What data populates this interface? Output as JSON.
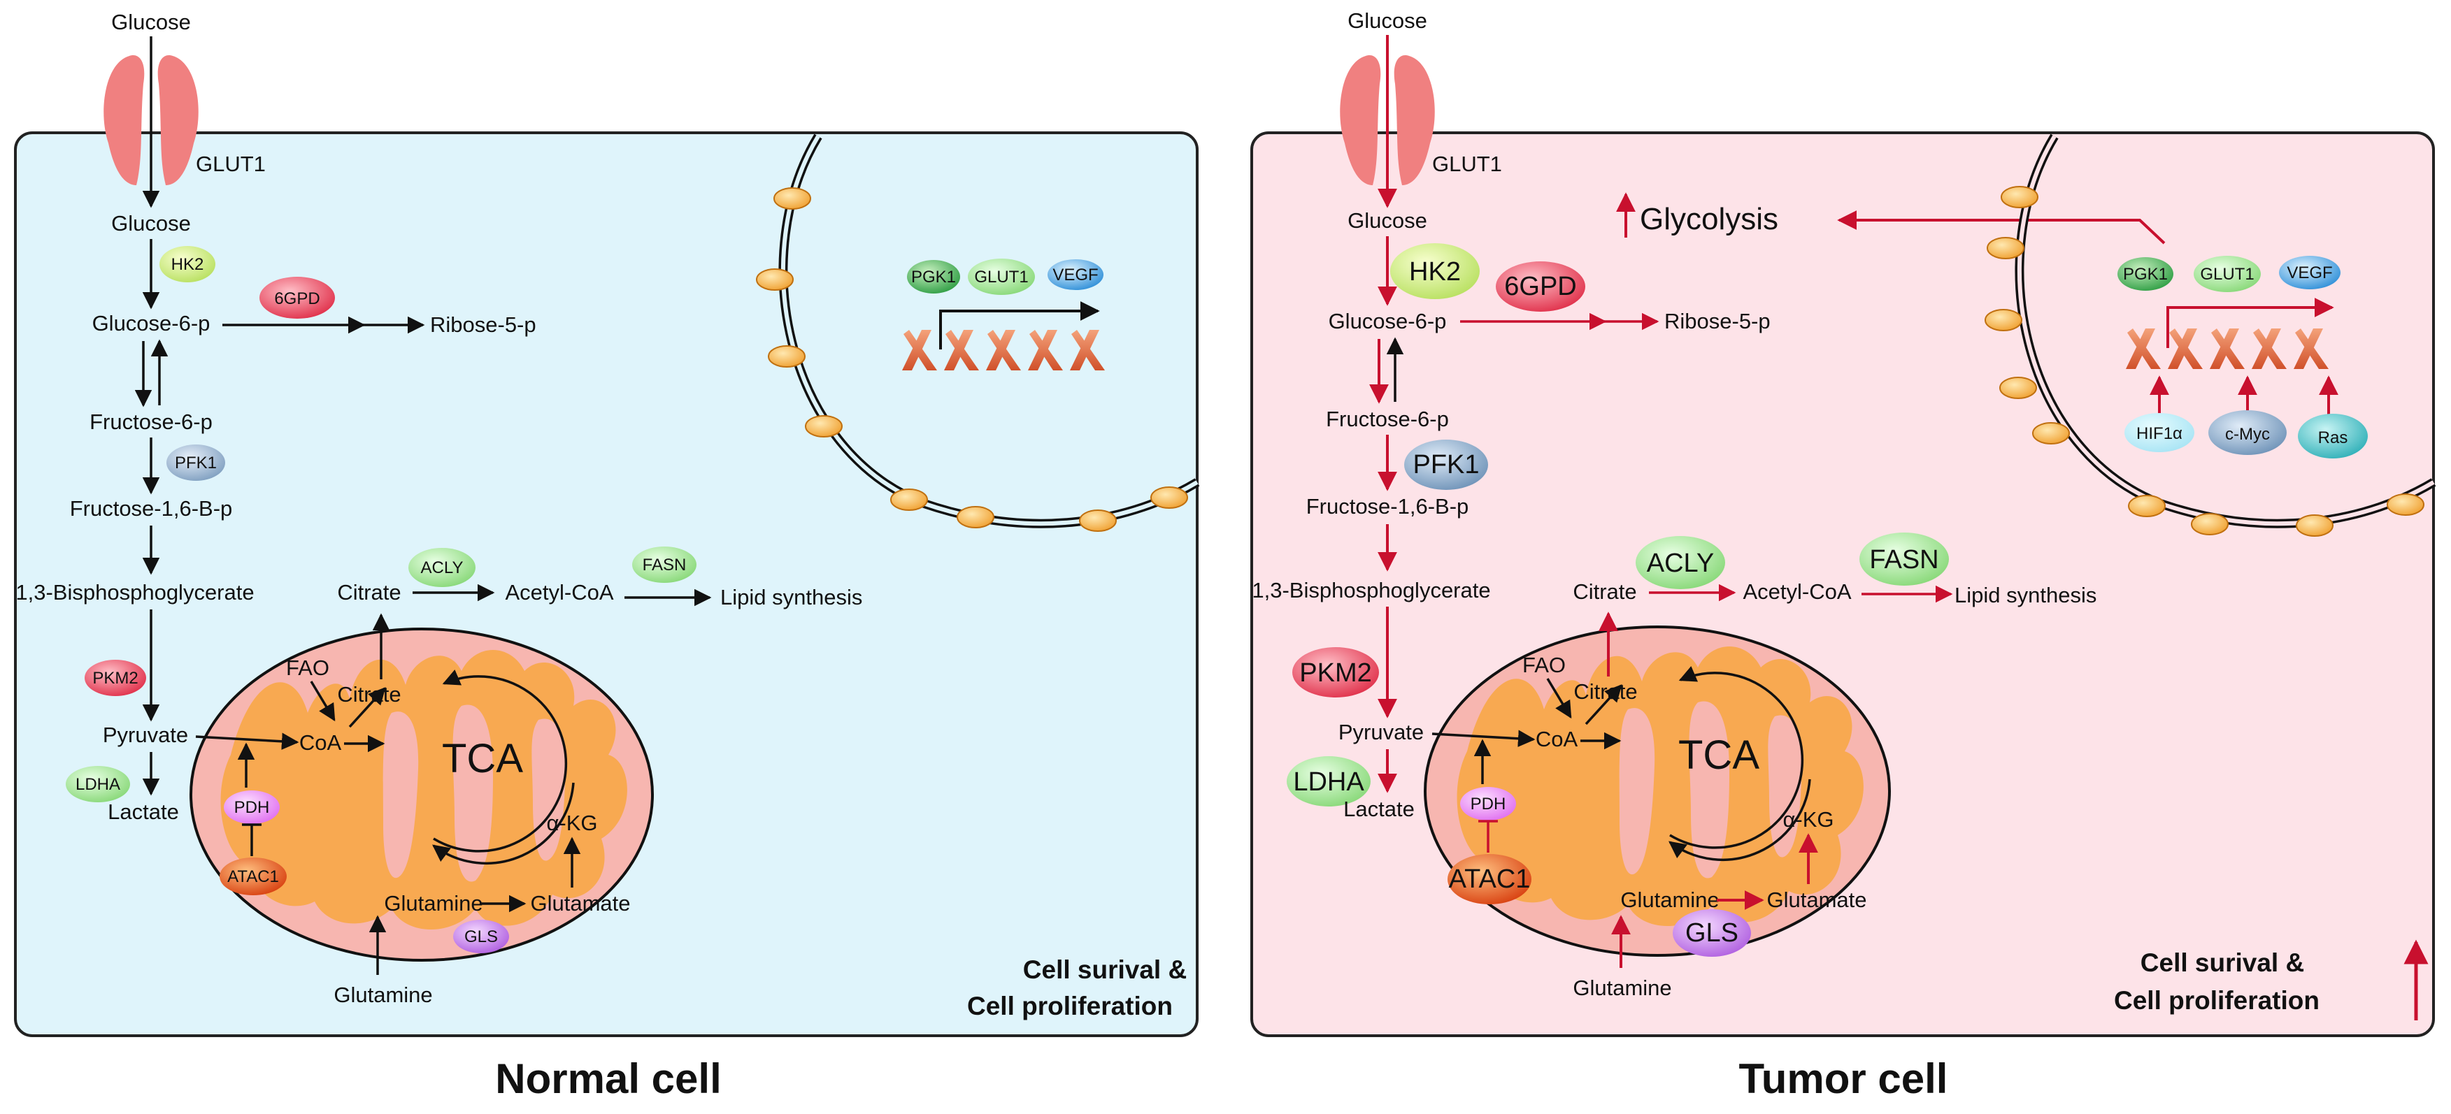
{
  "panels": [
    {
      "id": "normal",
      "caption": "Normal cell",
      "glucose_outside": "Glucose",
      "transporter": "GLUT1",
      "glycolysis_steps": [
        "Glucose",
        "Glucose-6-p",
        "Fructose-6-p",
        "Fructose-1,6-B-p",
        "1,3-Bisphosphoglycerate",
        "Pyruvate",
        "Lactate"
      ],
      "ribose": "Ribose-5-p",
      "enzymes": {
        "hk2": "HK2",
        "g6pd": "6GPD",
        "pfk1": "PFK1",
        "pkm2": "PKM2",
        "ldha": "LDHA",
        "acly": "ACLY",
        "fasn": "FASN",
        "pdh": "PDH",
        "atac1": "ATAC1",
        "gls": "GLS"
      },
      "genes": [
        "PGK1",
        "GLUT1",
        "VEGF"
      ],
      "lipid": {
        "citrate": "Citrate",
        "acetyl": "Acetyl-CoA",
        "lipid": "Lipid synthesis"
      },
      "mito": {
        "fao": "FAO",
        "coa": "CoA",
        "citrate": "Citrate",
        "tca": "TCA",
        "akg": "α-KG",
        "glutamine": "Glutamine",
        "glutamate": "Glutamate"
      },
      "glutamine_outside": "Glutamine",
      "survival": [
        "Cell surival &",
        "Cell proliferation"
      ]
    },
    {
      "id": "tumor",
      "caption": "Tumor cell",
      "glucose_outside": "Glucose",
      "transporter": "GLUT1",
      "glycolysis_steps": [
        "Glucose",
        "Glucose-6-p",
        "Fructose-6-p",
        "Fructose-1,6-B-p",
        "1,3-Bisphosphoglycerate",
        "Pyruvate",
        "Lactate"
      ],
      "ribose": "Ribose-5-p",
      "glycolysis_up": "Glycolysis",
      "enzymes": {
        "hk2": "HK2",
        "g6pd": "6GPD",
        "pfk1": "PFK1",
        "pkm2": "PKM2",
        "ldha": "LDHA",
        "acly": "ACLY",
        "fasn": "FASN",
        "pdh": "PDH",
        "atac1": "ATAC1",
        "gls": "GLS"
      },
      "genes": [
        "PGK1",
        "GLUT1",
        "VEGF"
      ],
      "regulators": [
        "HIF1α",
        "c-Myc",
        "Ras"
      ],
      "lipid": {
        "citrate": "Citrate",
        "acetyl": "Acetyl-CoA",
        "lipid": "Lipid synthesis"
      },
      "mito": {
        "fao": "FAO",
        "coa": "CoA",
        "citrate": "Citrate",
        "tca": "TCA",
        "akg": "α-KG",
        "glutamine": "Glutamine",
        "glutamate": "Glutamate"
      },
      "glutamine_outside": "Glutamine",
      "survival": [
        "Cell surival &",
        "Cell proliferation"
      ]
    }
  ],
  "colors": {
    "normal_bg": "#dff4fb",
    "tumor_bg": "#fde3e8",
    "up_arrow": "#c8102e",
    "mito_outer": "#f7b6b0",
    "mito_inner": "#f8a951",
    "glut": "#f08080"
  }
}
